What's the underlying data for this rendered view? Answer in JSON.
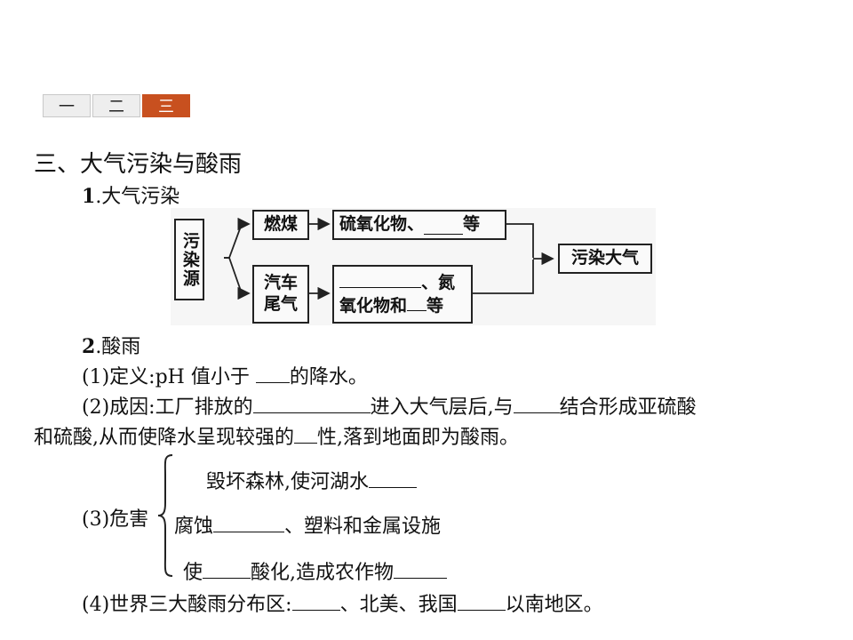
{
  "tabs": [
    "一",
    "二",
    "三"
  ],
  "title": "三、大气污染与酸雨",
  "section1": {
    "num": "1",
    "label": ".大气污染"
  },
  "diagram": {
    "source": "污染源",
    "coal": "燃煤",
    "exhaust": "汽车尾气",
    "sulfur": "硫氧化物、",
    "sulfur_end": "等",
    "nitro_a": "、氮",
    "nitro_b": "氧化物和",
    "nitro_end": "等",
    "result": "污染大气"
  },
  "section2": {
    "num": "2",
    "label": ".酸雨"
  },
  "def": {
    "a": "(1)定义:pH 值小于",
    "b": "的降水。"
  },
  "cause": {
    "a": "(2)成因:工厂排放的",
    "b": "进入大气层后,与",
    "c": "结合形成亚硫酸",
    "d": "和硫酸,从而使降水呈现较强的",
    "e": "性,落到地面即为酸雨。"
  },
  "harm": {
    "label": "(3)危害",
    "item1": "毁坏森林,使河湖水",
    "item2a": "腐蚀",
    "item2b": "、塑料和金属设施",
    "item3a": "使",
    "item3b": "酸化,造成农作物"
  },
  "dist": {
    "a": "(4)世界三大酸雨分布区:",
    "b": "、北美、我国",
    "c": "以南地区。"
  }
}
